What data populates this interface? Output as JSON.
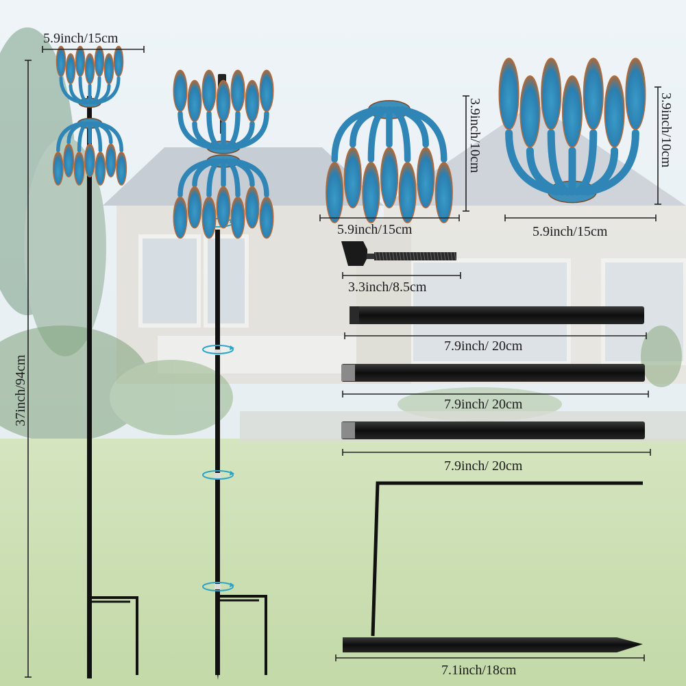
{
  "labels": {
    "assembled_top_width": "5.9inch/15cm",
    "total_height": "37inch/94cm",
    "top_spinner_height": "3.9inch/10cm",
    "top_spinner_width": "5.9inch/15cm",
    "bottom_spinner_height": "3.9inch/10cm",
    "bottom_spinner_width": "5.9inch/15cm",
    "finial_length": "3.3inch/8.5cm",
    "pole_1_length": "7.9inch/ 20cm",
    "pole_2_length": "7.9inch/ 20cm",
    "pole_3_length": "7.9inch/ 20cm",
    "stake_length": "7.1inch/18cm"
  },
  "colors": {
    "sky": "#e8f0f6",
    "house_wall": "#ded9cf",
    "roof": "#b9bfc6",
    "lawn": "#c9ddb1",
    "tree": "#9fb89a",
    "spinner_blue": "#2f86b6",
    "spinner_copper": "#b46a3a",
    "pole": "#111111",
    "dimension_line": "#222222",
    "rotation_arrow": "#2aa3c8"
  }
}
